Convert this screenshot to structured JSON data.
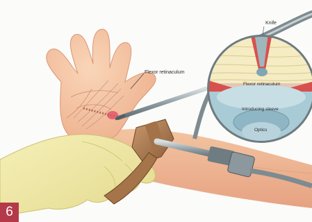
{
  "labels": {
    "knife": "Knife",
    "flexor_retinaculum": "Flexor retinaculum",
    "flexor_retinaculum_inset": "Flexor retinaculum",
    "introducing_sleeve": "Introducing sleeve",
    "optics": "Optics"
  },
  "figure_number": "6",
  "colors": {
    "skin": "#f6c9a6",
    "skin_shadow": "#e7a989",
    "glove": "#f2eaa2",
    "badge": "#b43a4a",
    "instrument": "#8b9aa0",
    "inset_blue": "#a9cbd6",
    "accent_red": "#d8504d"
  }
}
